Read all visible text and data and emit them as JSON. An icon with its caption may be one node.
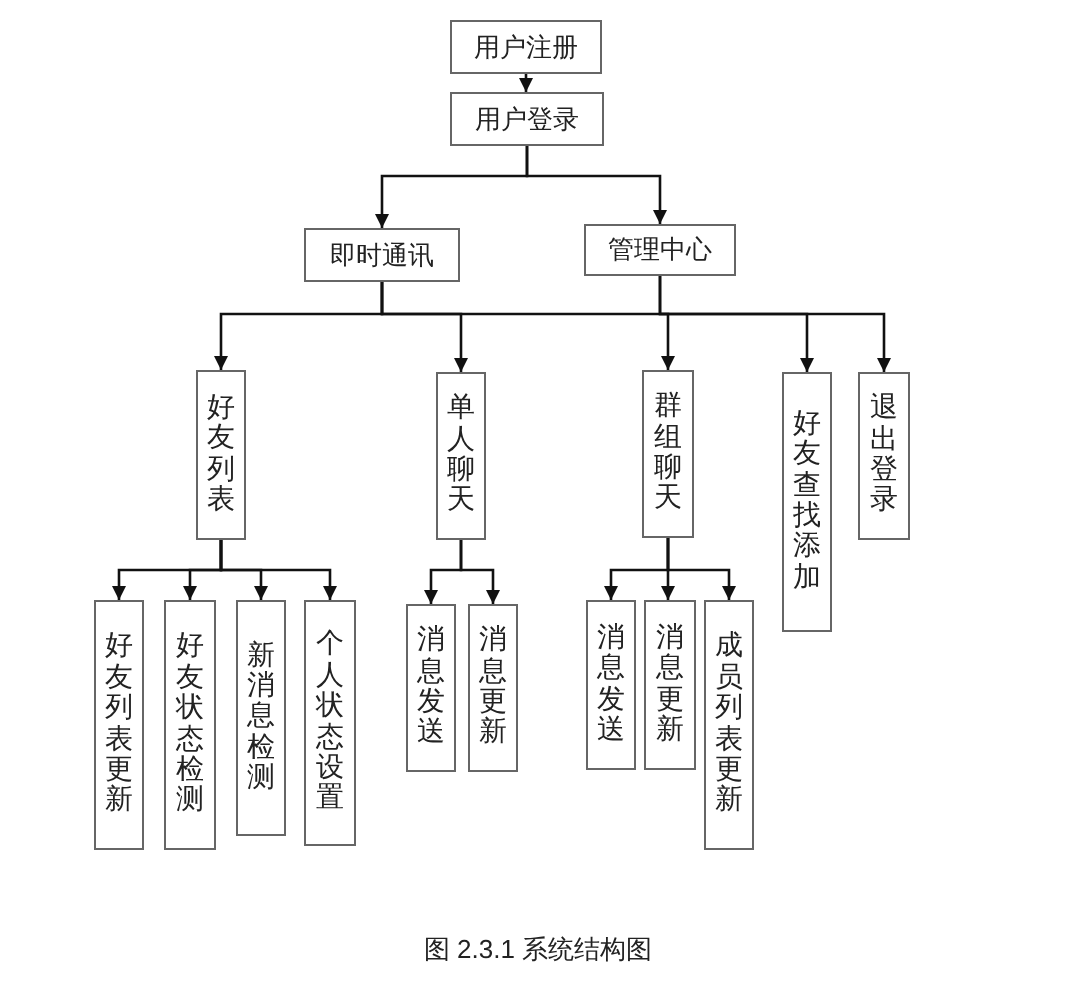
{
  "diagram": {
    "caption": "图 2.3.1 系统结构图",
    "nodes": [
      {
        "text": [
          "用户注册"
        ]
      },
      {
        "text": [
          "用户登录"
        ]
      },
      {
        "text": [
          "即时通讯"
        ]
      },
      {
        "text": [
          "管理中心"
        ]
      },
      {
        "text": [
          "好友列表"
        ]
      },
      {
        "text": [
          "单人聊天"
        ]
      },
      {
        "text": [
          "群组聊天"
        ]
      },
      {
        "text": [
          "好友查找添加"
        ]
      },
      {
        "text": [
          "退出登录"
        ]
      },
      {
        "text": [
          "好友列表更新"
        ]
      },
      {
        "text": [
          "好友状态检测"
        ]
      },
      {
        "text": [
          "新消息检测"
        ]
      },
      {
        "text": [
          "个人状态设置"
        ]
      },
      {
        "text": [
          "消息发送"
        ]
      },
      {
        "text": [
          "消息更新"
        ]
      },
      {
        "text": [
          "消息发送"
        ]
      },
      {
        "text": [
          "消息更新"
        ]
      },
      {
        "text": [
          "成员列表更新"
        ]
      }
    ],
    "edges": [
      {
        "from": 0,
        "to": 1,
        "arrow": "to"
      },
      {
        "from": 1,
        "to": 2,
        "arrow": "to"
      },
      {
        "from": 1,
        "to": 3,
        "arrow": "to"
      },
      {
        "from": 2,
        "to": 4,
        "arrow": "to"
      },
      {
        "from": 2,
        "to": 5,
        "arrow": "to"
      },
      {
        "from": 2,
        "to": 6,
        "arrow": "to"
      },
      {
        "from": 3,
        "to": 7,
        "arrow": "to"
      },
      {
        "from": 3,
        "to": 8,
        "arrow": "to"
      },
      {
        "from": 4,
        "to": 9,
        "arrow": "to"
      },
      {
        "from": 4,
        "to": 10,
        "arrow": "to"
      },
      {
        "from": 4,
        "to": 11,
        "arrow": "to"
      },
      {
        "from": 4,
        "to": 12,
        "arrow": "to"
      },
      {
        "from": 5,
        "to": 13,
        "arrow": "to"
      },
      {
        "from": 5,
        "to": 14,
        "arrow": "to"
      },
      {
        "from": 6,
        "to": 15,
        "arrow": "to"
      },
      {
        "from": 6,
        "to": 16,
        "arrow": "to"
      },
      {
        "from": 6,
        "to": 17,
        "arrow": "to"
      }
    ]
  }
}
